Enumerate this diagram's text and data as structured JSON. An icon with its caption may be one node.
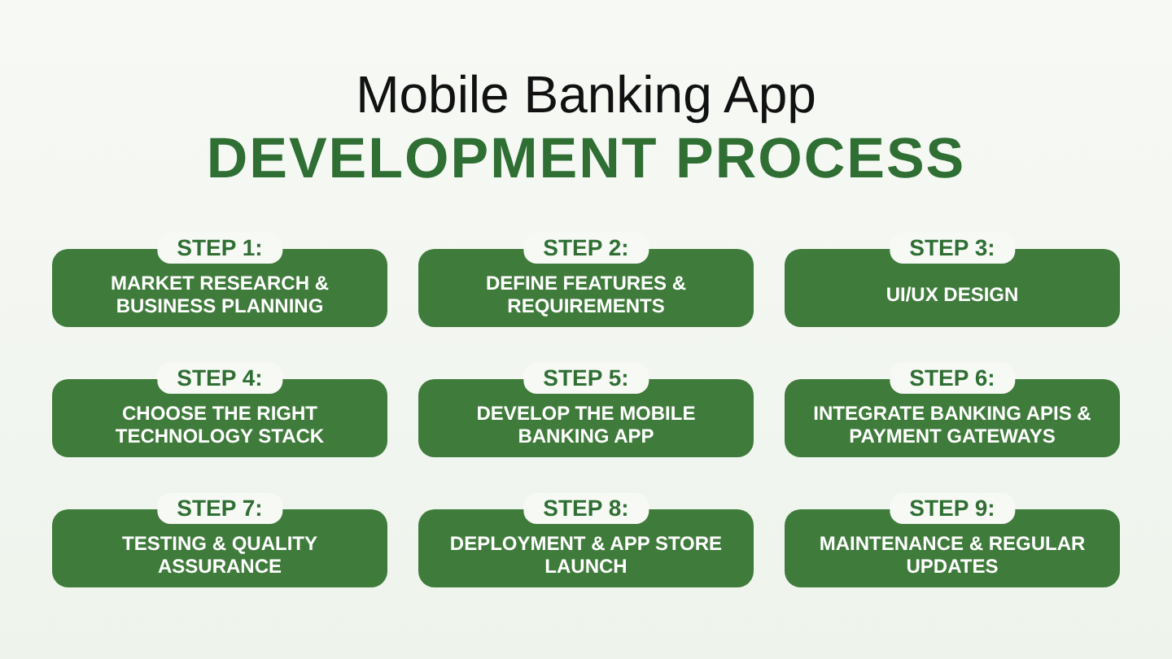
{
  "diagram": {
    "title": "Mobile Banking App",
    "nodes": [
      {
        "text": [
          "STEP 1:",
          "MARKET RESEARCH & BUSINESS PLANNING"
        ]
      },
      {
        "text": [
          "STEP 2:",
          "DEFINE FEATURES & REQUIREMENTS"
        ]
      },
      {
        "text": [
          "STEP 3:",
          "UI/UX DESIGN"
        ]
      },
      {
        "text": [
          "STEP 4:",
          "CHOOSE THE RIGHT TECHNOLOGY STACK"
        ]
      },
      {
        "text": [
          "STEP 5:",
          "DEVELOP THE MOBILE BANKING APP"
        ]
      },
      {
        "text": [
          "STEP 6:",
          "INTEGRATE BANKING APIS & PAYMENT GATEWAYS"
        ]
      },
      {
        "text": [
          "STEP 7:",
          "TESTING & QUALITY ASSURANCE"
        ]
      },
      {
        "text": [
          "STEP 8:",
          "DEPLOYMENT & APP STORE LAUNCH"
        ]
      },
      {
        "text": [
          "STEP 9:",
          "MAINTENANCE & REGULAR UPDATES"
        ]
      }
    ],
    "edges": [],
    "labels": [
      "DEVELOPMENT PROCESS"
    ]
  }
}
